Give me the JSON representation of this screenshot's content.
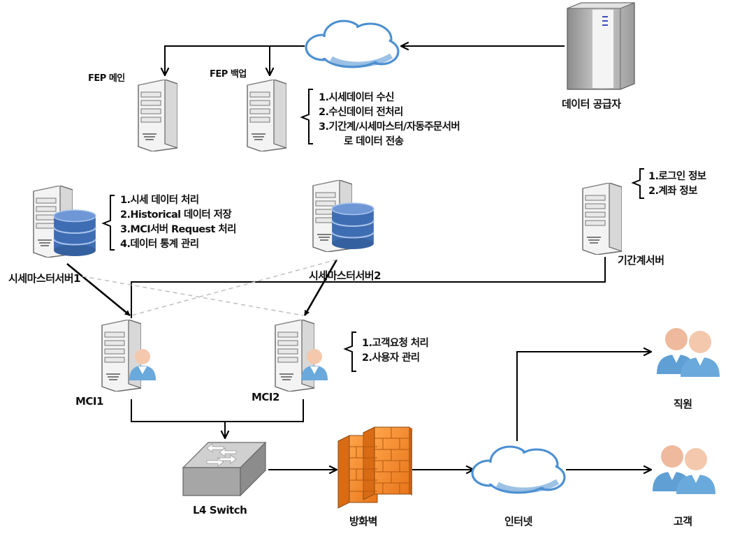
{
  "nodes": {
    "fep_main": "FEP 메인",
    "fep_backup": "FEP 백업",
    "data_provider": "데이터 공급자",
    "market_master1": "시세마스터서버1",
    "market_master2": "시세마스터서버2",
    "account_server": "기간계서버",
    "mci1": "MCI1",
    "mci2": "MCI2",
    "l4_switch": "L4 Switch",
    "firewall": "방화벽",
    "internet": "인터넷",
    "employee": "직원",
    "customer": "고객"
  },
  "notes": {
    "fep": [
      "1.시세데이터 수신",
      "2.수신데이터 전처리",
      "3.기간계/시세마스터/자동주문서버",
      "로 데이터 전송"
    ],
    "market_master": [
      "1.시세 데이터 처리",
      "2.Historical 데이터 저장",
      "3.MCI서버 Request 처리",
      "4.데이터 통계 관리"
    ],
    "account": [
      "1.로그인 정보",
      "2.계좌 정보"
    ],
    "mci": [
      "1.고객요청 처리",
      "2.사용자 관리"
    ]
  },
  "icons": {
    "cloud": "cloud-icon",
    "server": "server-icon",
    "database": "database-icon",
    "user": "user-icon",
    "switch": "switch-icon",
    "firewall": "firewall-icon",
    "tower": "tower-server-icon"
  },
  "colors": {
    "cloud_fill": "#4a8ed0",
    "database_fill": "#3f6db3",
    "firewall_fill": "#f58a2a",
    "user_shirt": "#6aa9dc",
    "user_skin": "#f3c8ad",
    "server_body": "#f2f2f2",
    "switch_body": "#a6a6a6",
    "line": "#000000",
    "dashed_line": "#bfbfbf"
  }
}
